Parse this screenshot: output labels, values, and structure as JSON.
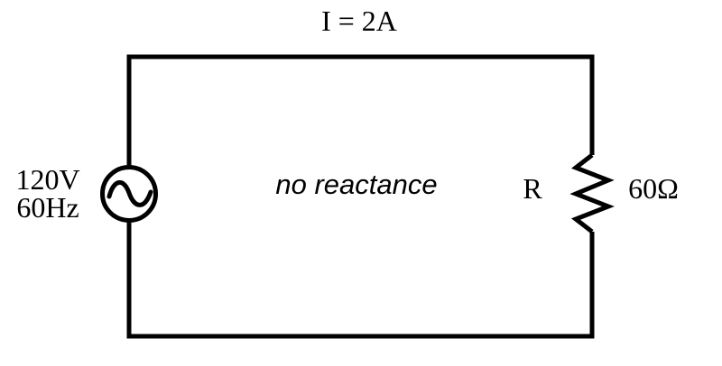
{
  "diagram": {
    "kind": "series AC circuit schematic",
    "colors": {
      "line": "#000000",
      "text": "#000000",
      "background": "#ffffff"
    },
    "labels": {
      "current": "I = 2A",
      "source_voltage": "120V",
      "source_frequency": "60Hz",
      "annotation": "no reactance",
      "resistor_name": "R",
      "resistor_value": "60Ω"
    }
  }
}
